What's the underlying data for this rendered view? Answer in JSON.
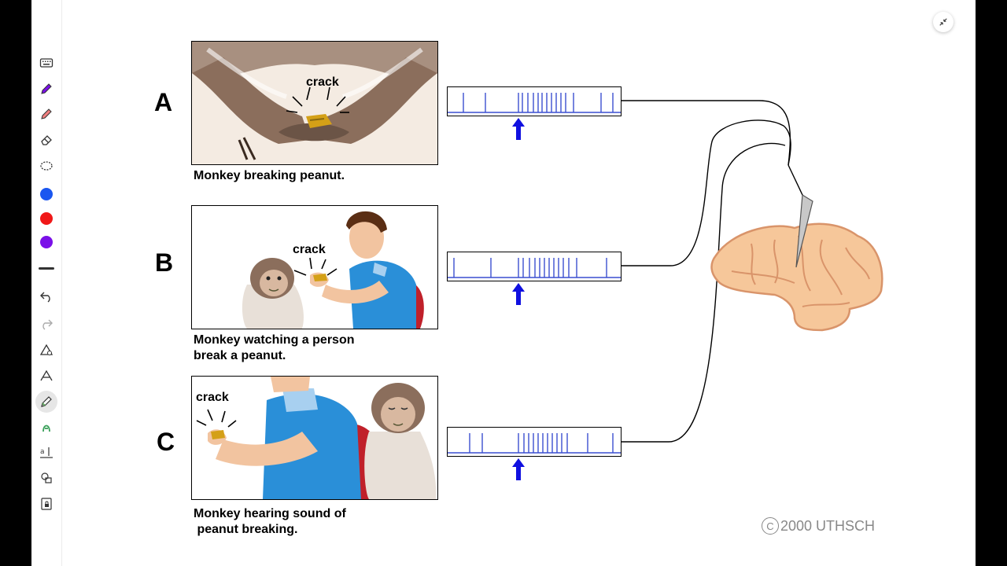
{
  "toolbar": {
    "tools": [
      {
        "name": "keyboard-icon"
      },
      {
        "name": "pen-icon"
      },
      {
        "name": "highlighter-icon"
      },
      {
        "name": "eraser-icon"
      },
      {
        "name": "lasso-icon"
      }
    ],
    "colors": [
      "#1a56f0",
      "#f01818",
      "#7a10e8"
    ],
    "history": [
      {
        "name": "undo-icon"
      },
      {
        "name": "redo-icon"
      }
    ],
    "extra_tools": [
      {
        "name": "ink-to-shape-icon"
      },
      {
        "name": "ink-to-text-icon"
      },
      {
        "name": "pencil-tool-icon",
        "active": true
      },
      {
        "name": "ink-to-math-icon"
      },
      {
        "name": "text-tool-icon"
      },
      {
        "name": "shapes-icon"
      },
      {
        "name": "lock-page-icon"
      }
    ]
  },
  "figure": {
    "rows": [
      {
        "letter": "A",
        "crack": "crack",
        "caption_lines": [
          "Monkey breaking peanut."
        ]
      },
      {
        "letter": "B",
        "crack": "crack",
        "caption_lines": [
          "Monkey watching a person",
          "break a peanut."
        ]
      },
      {
        "letter": "C",
        "crack": "crack",
        "caption_lines": [
          "Monkey hearing sound of",
          " peanut breaking."
        ]
      }
    ],
    "copyright": "2000 UTHSCH",
    "copyright_symbol": "C",
    "colors": {
      "spike": "#3a4fd0",
      "arrow": "#1010e0",
      "brain": "#f6c79a",
      "shirt": "#2a8fd8"
    }
  }
}
